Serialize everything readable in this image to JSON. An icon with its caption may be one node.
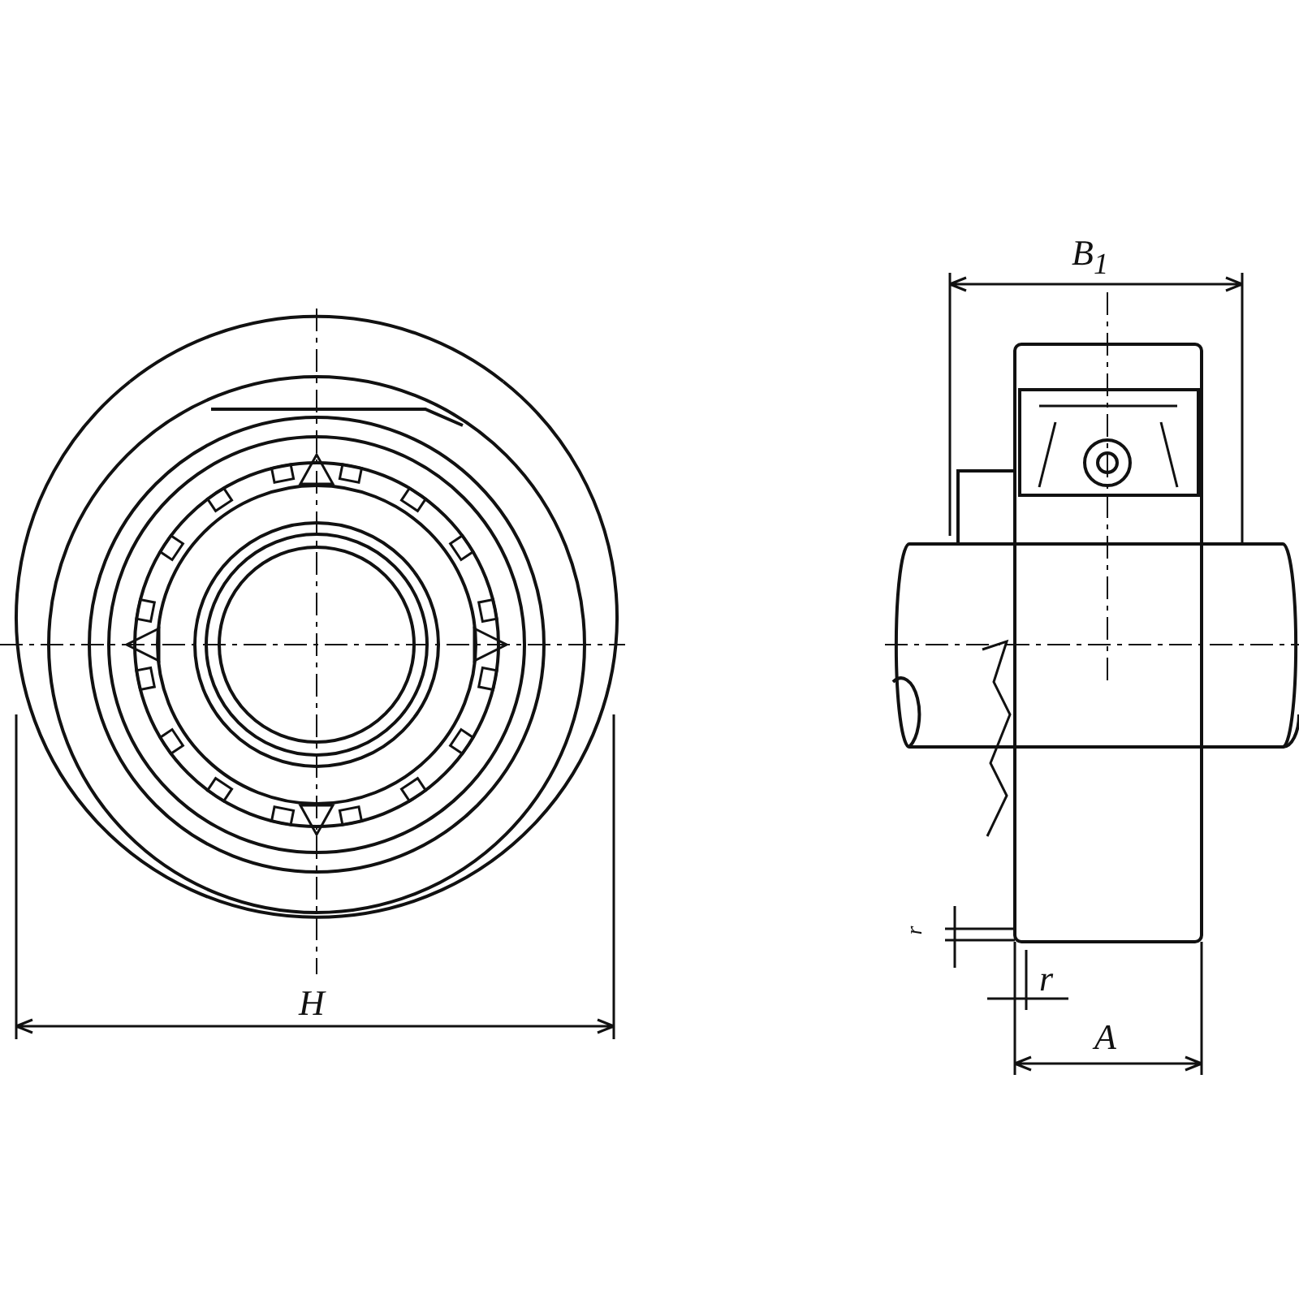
{
  "diagram": {
    "labels": [
      "B$_{1}$",
      "H",
      "r",
      "r",
      "A"
    ]
  }
}
